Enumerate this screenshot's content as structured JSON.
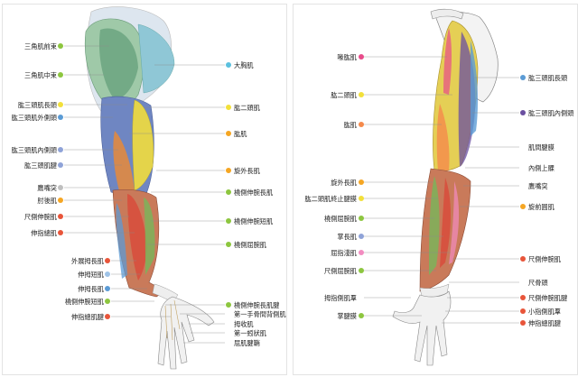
{
  "left": {
    "labels_left": [
      {
        "text": "三角肌前束",
        "color": "#8dc63f"
      },
      {
        "text": "三角肌中束",
        "color": "#8dc63f"
      },
      {
        "text": "肱三頭肌長頭",
        "color": "#f2e03a"
      },
      {
        "text": "肱三頭肌外側頭",
        "color": "#5b9bd5"
      },
      {
        "text": "肱三頭肌內側頭",
        "color": "#8fa3d8"
      },
      {
        "text": "肱三頭肌腱",
        "color": "#8fa3d8"
      },
      {
        "text": "鷹嘴突",
        "color": "#bfbfbf"
      },
      {
        "text": "肘後肌",
        "color": "#f5a623"
      },
      {
        "text": "尺側伸腕肌",
        "color": "#e8553a"
      },
      {
        "text": "伸指總肌",
        "color": "#e8553a"
      },
      {
        "text": "外展拇長肌",
        "color": "#e8553a"
      },
      {
        "text": "伸拇短肌",
        "color": "#9fc3e7"
      },
      {
        "text": "伸拇長肌",
        "color": "#5b9bd5"
      },
      {
        "text": "橈側伸腕短肌",
        "color": "#8dc63f"
      },
      {
        "text": "伸指總肌腱",
        "color": "#e8553a"
      }
    ],
    "labels_right": [
      {
        "text": "大胸肌",
        "color": "#5bc0de"
      },
      {
        "text": "肱二頭肌",
        "color": "#f2e03a"
      },
      {
        "text": "肱肌",
        "color": "#f5a623"
      },
      {
        "text": "旋外長肌",
        "color": "#f5a623"
      },
      {
        "text": "橈側伸腕長肌",
        "color": "#8dc63f"
      },
      {
        "text": "橈側伸腕短肌",
        "color": "#8dc63f"
      },
      {
        "text": "橈側屈腕肌",
        "color": "#8dc63f"
      },
      {
        "text": "橈側伸腕長肌腱",
        "color": "#8dc63f"
      },
      {
        "text": "第一手骨間背側肌",
        "color": ""
      },
      {
        "text": "拇收肌",
        "color": ""
      },
      {
        "text": "第一蚓狀肌",
        "color": ""
      },
      {
        "text": "屈肌腱鞘",
        "color": ""
      }
    ]
  },
  "right": {
    "labels_left": [
      {
        "text": "喙肱肌",
        "color": "#e84b8a"
      },
      {
        "text": "肱二頭肌",
        "color": "#f2e03a"
      },
      {
        "text": "肱肌",
        "color": "#f58a4b"
      },
      {
        "text": "旋外長肌",
        "color": "#f5a623"
      },
      {
        "text": "肱二頭肌終止腱膜",
        "color": "#f2e03a"
      },
      {
        "text": "橈側屈腕肌",
        "color": "#8dc63f"
      },
      {
        "text": "掌長肌",
        "color": "#8fa3d8"
      },
      {
        "text": "屈指淺肌",
        "color": "#f28cc0"
      },
      {
        "text": "尺側屈腕肌",
        "color": "#8dc63f"
      },
      {
        "text": "拇指側肌羣",
        "color": ""
      },
      {
        "text": "掌腱膜",
        "color": "#8dc63f"
      }
    ],
    "labels_right": [
      {
        "text": "肱三頭肌長頭",
        "color": "#5b9bd5"
      },
      {
        "text": "肱三頭肌內側頭",
        "color": "#6a4fa0"
      },
      {
        "text": "肌間腱膜",
        "color": ""
      },
      {
        "text": "內側上髁",
        "color": ""
      },
      {
        "text": "鷹嘴突",
        "color": ""
      },
      {
        "text": "旋前圓肌",
        "color": "#f5a623"
      },
      {
        "text": "尺側伸腕肌",
        "color": "#e8553a"
      },
      {
        "text": "尺骨頭",
        "color": ""
      },
      {
        "text": "尺側伸腕肌腱",
        "color": "#e8553a"
      },
      {
        "text": "小指側肌羣",
        "color": "#e8553a"
      },
      {
        "text": "伸指總肌腱",
        "color": "#e8553a"
      }
    ]
  }
}
